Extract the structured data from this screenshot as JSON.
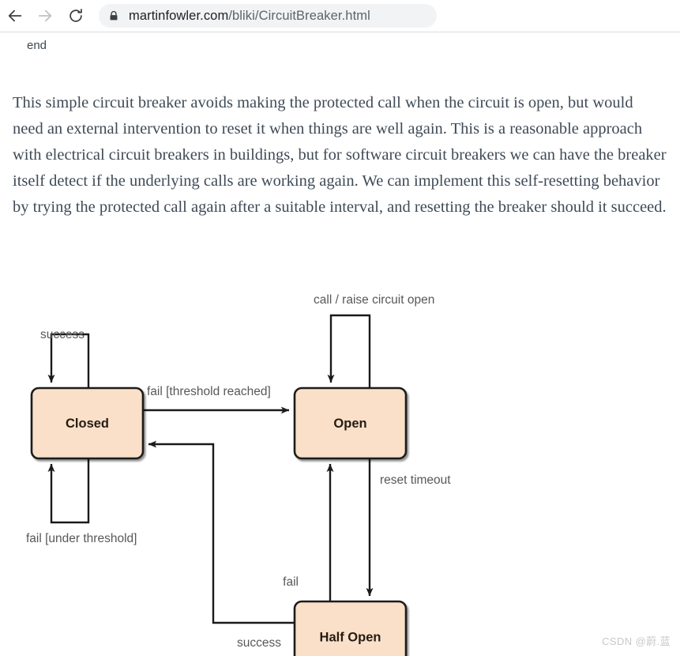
{
  "browser": {
    "back_icon": "back-arrow-icon",
    "forward_icon": "forward-arrow-icon",
    "reload_icon": "reload-icon",
    "lock_icon": "lock-icon",
    "url_host": "martinfowler.com",
    "url_path": "/bliki/CircuitBreaker.html",
    "url_full": "martinfowler.com/bliki/CircuitBreaker.html"
  },
  "page": {
    "code_tail": "end",
    "paragraph": "This simple circuit breaker avoids making the protected call when the circuit is open, but would need an external intervention to reset it when things are well again. This is a reasonable approach with electrical circuit breakers in buildings, but for software circuit breakers we can have the breaker itself detect if the underlying calls are working again. We can implement this self-resetting behavior by trying the protected call again after a suitable interval, and resetting the breaker should it succeed."
  },
  "diagram": {
    "type": "state-machine",
    "box_fill": "#fae0c8",
    "box_stroke": "#1a1a1a",
    "label_color": "#585858",
    "states": [
      {
        "id": "closed",
        "label": "Closed"
      },
      {
        "id": "open",
        "label": "Open"
      },
      {
        "id": "half_open",
        "label": "Half Open"
      }
    ],
    "transitions": [
      {
        "id": "closed_self_success",
        "from": "closed",
        "to": "closed",
        "label": "success"
      },
      {
        "id": "closed_self_fail",
        "from": "closed",
        "to": "closed",
        "label": "fail [under threshold]"
      },
      {
        "id": "closed_to_open",
        "from": "closed",
        "to": "open",
        "label": "fail [threshold reached]"
      },
      {
        "id": "open_self_call",
        "from": "open",
        "to": "open",
        "label": "call / raise circuit open"
      },
      {
        "id": "open_to_half_open",
        "from": "open",
        "to": "half_open",
        "label": "reset timeout"
      },
      {
        "id": "half_open_to_open",
        "from": "half_open",
        "to": "open",
        "label": "fail"
      },
      {
        "id": "half_open_to_closed",
        "from": "half_open",
        "to": "closed",
        "label": "success"
      }
    ]
  },
  "watermark": {
    "text": "CSDN @蔚.蓝"
  }
}
